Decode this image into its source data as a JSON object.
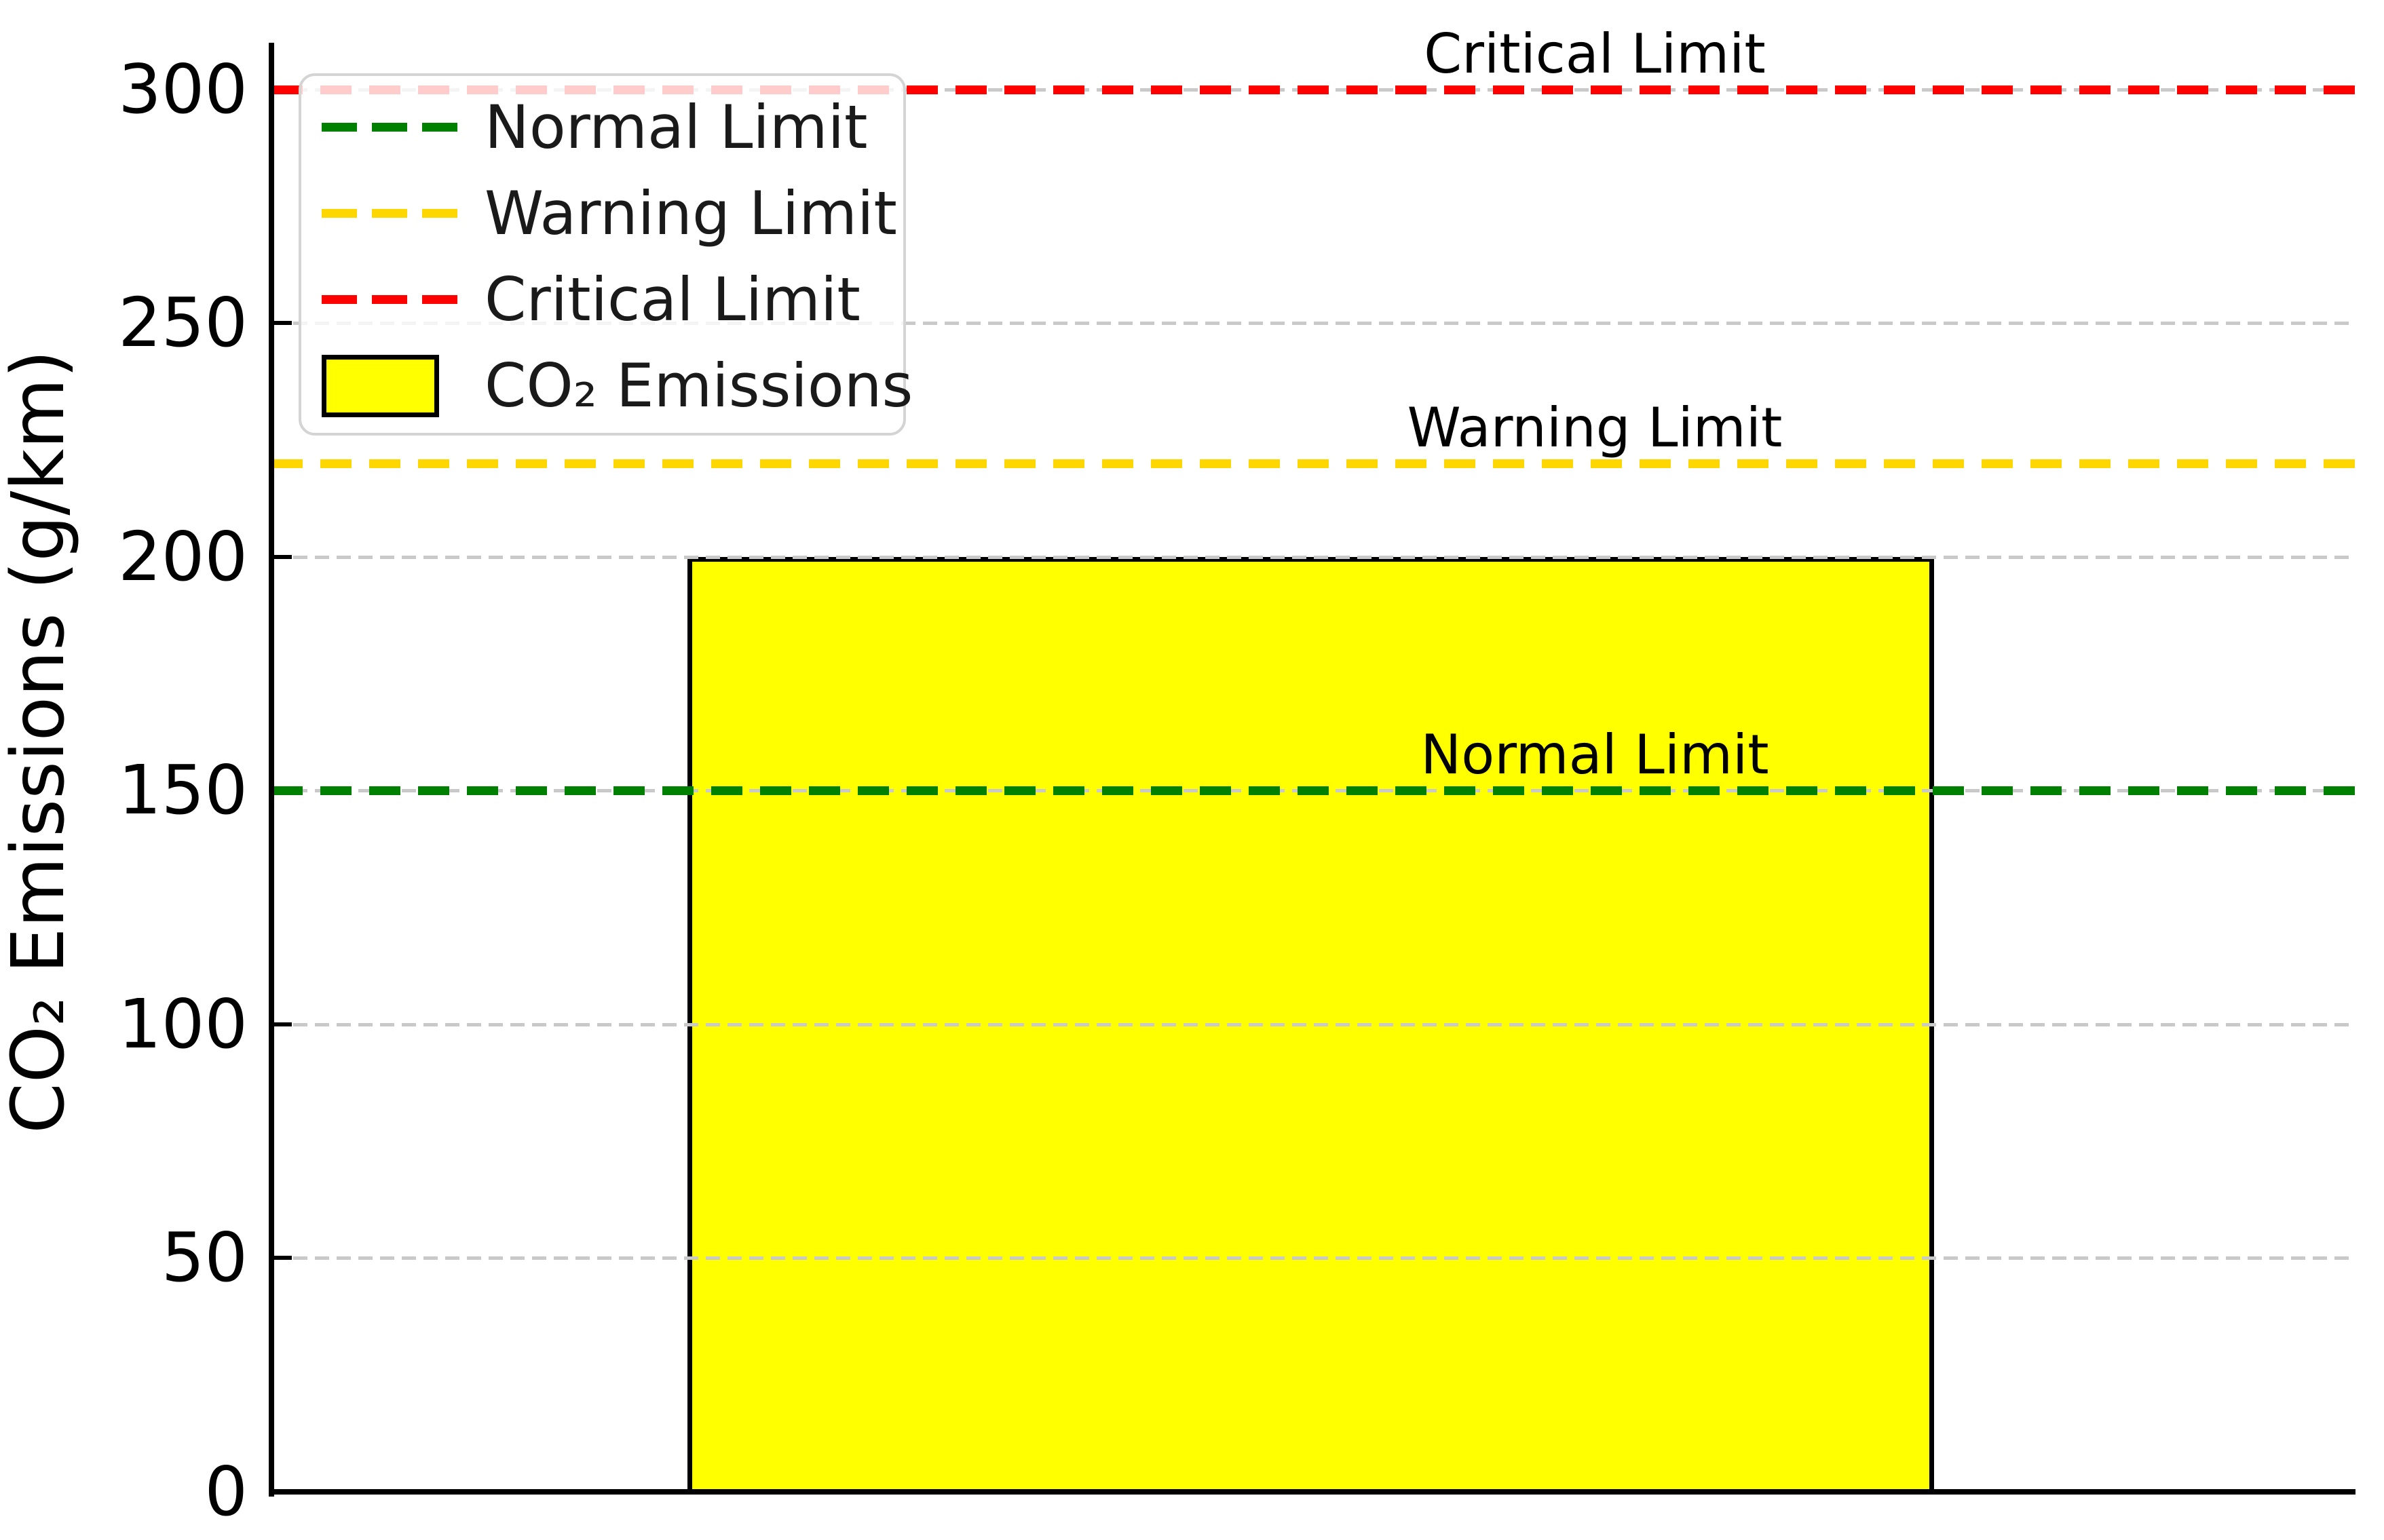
{
  "chart_data": {
    "type": "bar",
    "categories": [
      ""
    ],
    "values": [
      200
    ],
    "title": "",
    "xlabel": "",
    "ylabel": "CO₂ Emissions (g/km)",
    "ylim": [
      0,
      310
    ],
    "yticks": [
      0,
      50,
      100,
      150,
      200,
      250,
      300
    ],
    "grid": "horizontal-dashed",
    "bar": {
      "label": "CO₂ Emissions",
      "value": 200,
      "fill_color": "#ffff00",
      "edge_color": "#000000"
    },
    "limit_lines": [
      {
        "label": "Normal Limit",
        "value": 150,
        "color": "#008000"
      },
      {
        "label": "Warning Limit",
        "value": 220,
        "color": "#ffd700"
      },
      {
        "label": "Critical Limit",
        "value": 300,
        "color": "#ff0000"
      }
    ],
    "annotations": [
      {
        "text": "Normal Limit",
        "y": 150
      },
      {
        "text": "Warning Limit",
        "y": 220
      },
      {
        "text": "Critical Limit",
        "y": 300
      }
    ],
    "legend": {
      "position": "upper-left",
      "entries": [
        {
          "label": "Normal Limit",
          "type": "dashed-line",
          "color": "#008000"
        },
        {
          "label": "Warning Limit",
          "type": "dashed-line",
          "color": "#ffd700"
        },
        {
          "label": "Critical Limit",
          "type": "dashed-line",
          "color": "#ff0000"
        },
        {
          "label": "CO₂ Emissions",
          "type": "patch",
          "color": "#ffff00",
          "edge_color": "#000000"
        }
      ]
    },
    "colors": {
      "grid": "#c9c9c9",
      "axis": "#000000",
      "text": "#000000"
    }
  }
}
